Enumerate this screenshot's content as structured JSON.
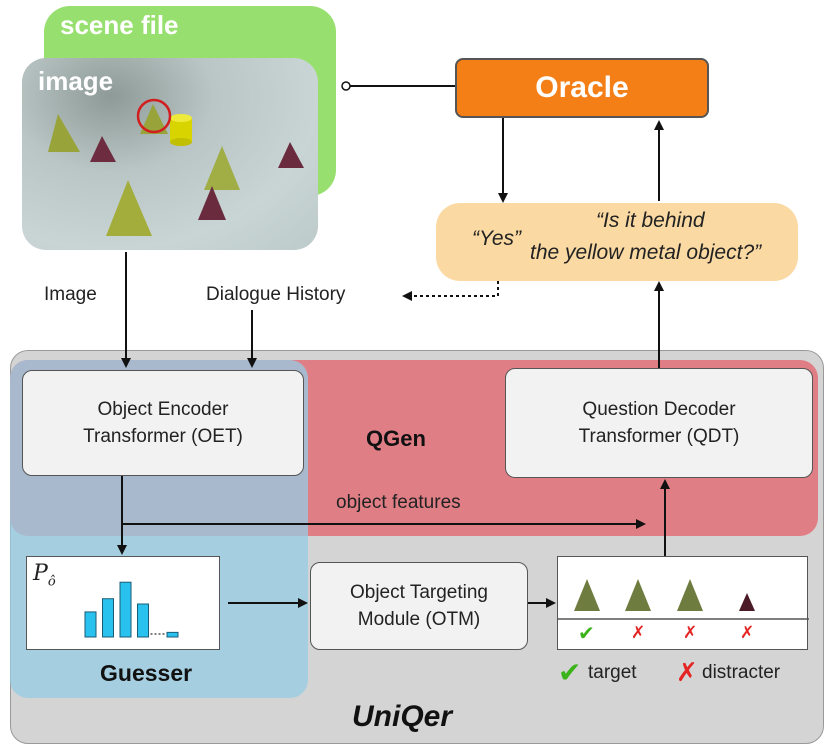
{
  "scene": {
    "scene_file_label": "scene file",
    "image_label": "image"
  },
  "oracle": {
    "label": "Oracle"
  },
  "dialogue_bubble": {
    "answer": "“Yes”",
    "question_line1": "“Is it behind",
    "question_line2": "the yellow metal object?”"
  },
  "inputs": {
    "image_label": "Image",
    "dialogue_history_label": "Dialogue History"
  },
  "uniqer": {
    "title": "UniQer",
    "qgen_label": "QGen",
    "guesser_label": "Guesser",
    "object_features_label": "object features",
    "oet": {
      "line1": "Object Encoder",
      "line2": "Transformer (OET)"
    },
    "qdt": {
      "line1": "Question Decoder",
      "line2": "Transformer (QDT)"
    },
    "otm": {
      "line1": "Object Targeting",
      "line2": "Module (OTM)"
    },
    "probability_label": "P",
    "probability_subscript": "ô",
    "probability_bars": [
      0.38,
      0.58,
      0.83,
      0.5,
      0.07
    ]
  },
  "legend": {
    "check_symbol": "✔",
    "cross_symbol": "✗",
    "target_label": "target",
    "distracter_label": "distracter"
  },
  "colors": {
    "oracle": "#f57f17",
    "qgen_region": "#e07e86",
    "guesser_region": "#9dd0e3",
    "scene_file": "#97e06f",
    "bubble": "#fbd9a3",
    "uniqer_bg": "#d4d4d4",
    "bar": "#29c2ee",
    "check": "#3bb31a",
    "cross": "#e52424"
  }
}
